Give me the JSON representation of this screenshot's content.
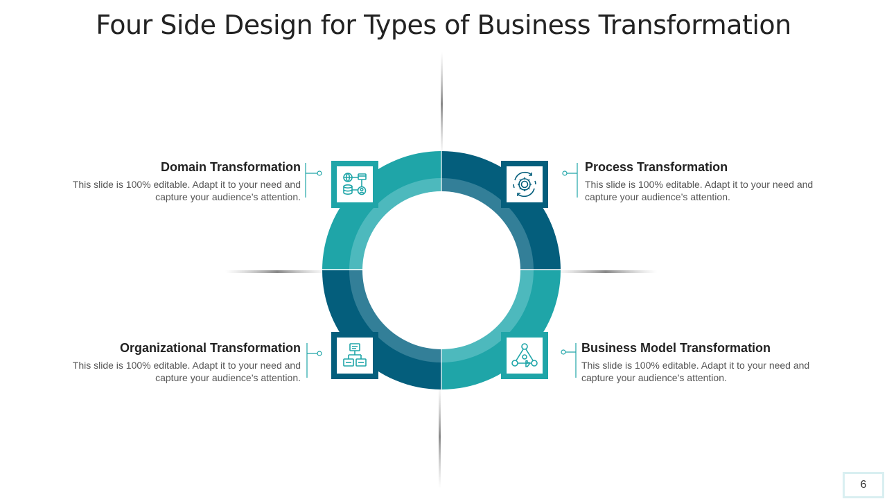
{
  "title": "Four Side Design for Types of Business Transformation",
  "colors": {
    "teal": "#1fa5a8",
    "navy": "#045e7c",
    "inner_teal": "#4db9bd",
    "inner_navy": "#337f98"
  },
  "quadrants": {
    "top_left": {
      "heading": "Domain Transformation",
      "body": "This slide is 100% editable. Adapt it to your need and capture your audience’s attention.",
      "icon": "database-network-icon"
    },
    "top_right": {
      "heading": "Process Transformation",
      "body": "This slide is 100% editable. Adapt it to your need and capture your audience’s attention.",
      "icon": "gear-cycle-icon"
    },
    "bottom_left": {
      "heading": "Organizational Transformation",
      "body": "This slide is 100% editable. Adapt it to your need and capture your audience’s attention.",
      "icon": "org-chart-icon"
    },
    "bottom_right": {
      "heading": "Business Model Transformation",
      "body": "This slide is 100% editable. Adapt it to your need and capture your audience’s attention.",
      "icon": "network-hand-icon"
    }
  },
  "page_number": "6"
}
